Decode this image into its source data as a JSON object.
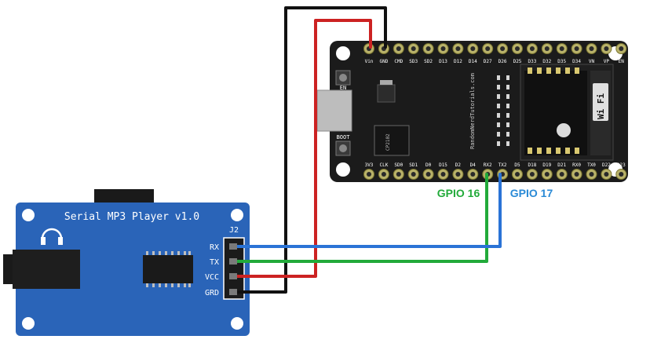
{
  "mp3_module": {
    "title": "Serial MP3 Player v1.0",
    "header_label": "J2",
    "pins": [
      "RX",
      "TX",
      "VCC",
      "GRD"
    ]
  },
  "esp32": {
    "silk_text": "RandomNerdTutorials.com",
    "chip_label": "CP2102",
    "en_label": "EN",
    "boot_label": "BOOT",
    "wifi_label": "Wi Fi",
    "top_pins": [
      "Vin",
      "GND",
      "CMD",
      "SD3",
      "SD2",
      "D13",
      "D12",
      "D14",
      "D27",
      "D26",
      "D25",
      "D33",
      "D32",
      "D35",
      "D34",
      "VN",
      "VP",
      "EN"
    ],
    "bottom_pins": [
      "3V3",
      "CLK",
      "SD0",
      "SD1",
      "D0",
      "D15",
      "D2",
      "D4",
      "RX2",
      "TX2",
      "D5",
      "D18",
      "D19",
      "D21",
      "RX0",
      "TX0",
      "D22",
      "D23"
    ]
  },
  "annotations": {
    "gpio16": "GPIO 16",
    "gpio17": "GPIO 17"
  },
  "colors": {
    "wire_black": "#111111",
    "wire_red": "#cc2222",
    "wire_green": "#22aa3a",
    "wire_blue": "#2a73d6",
    "board_blue": "#2a64b8",
    "esp_black": "#1b1b1b",
    "gpio16_text": "#22aa3a",
    "gpio17_text": "#2a8ad6"
  }
}
